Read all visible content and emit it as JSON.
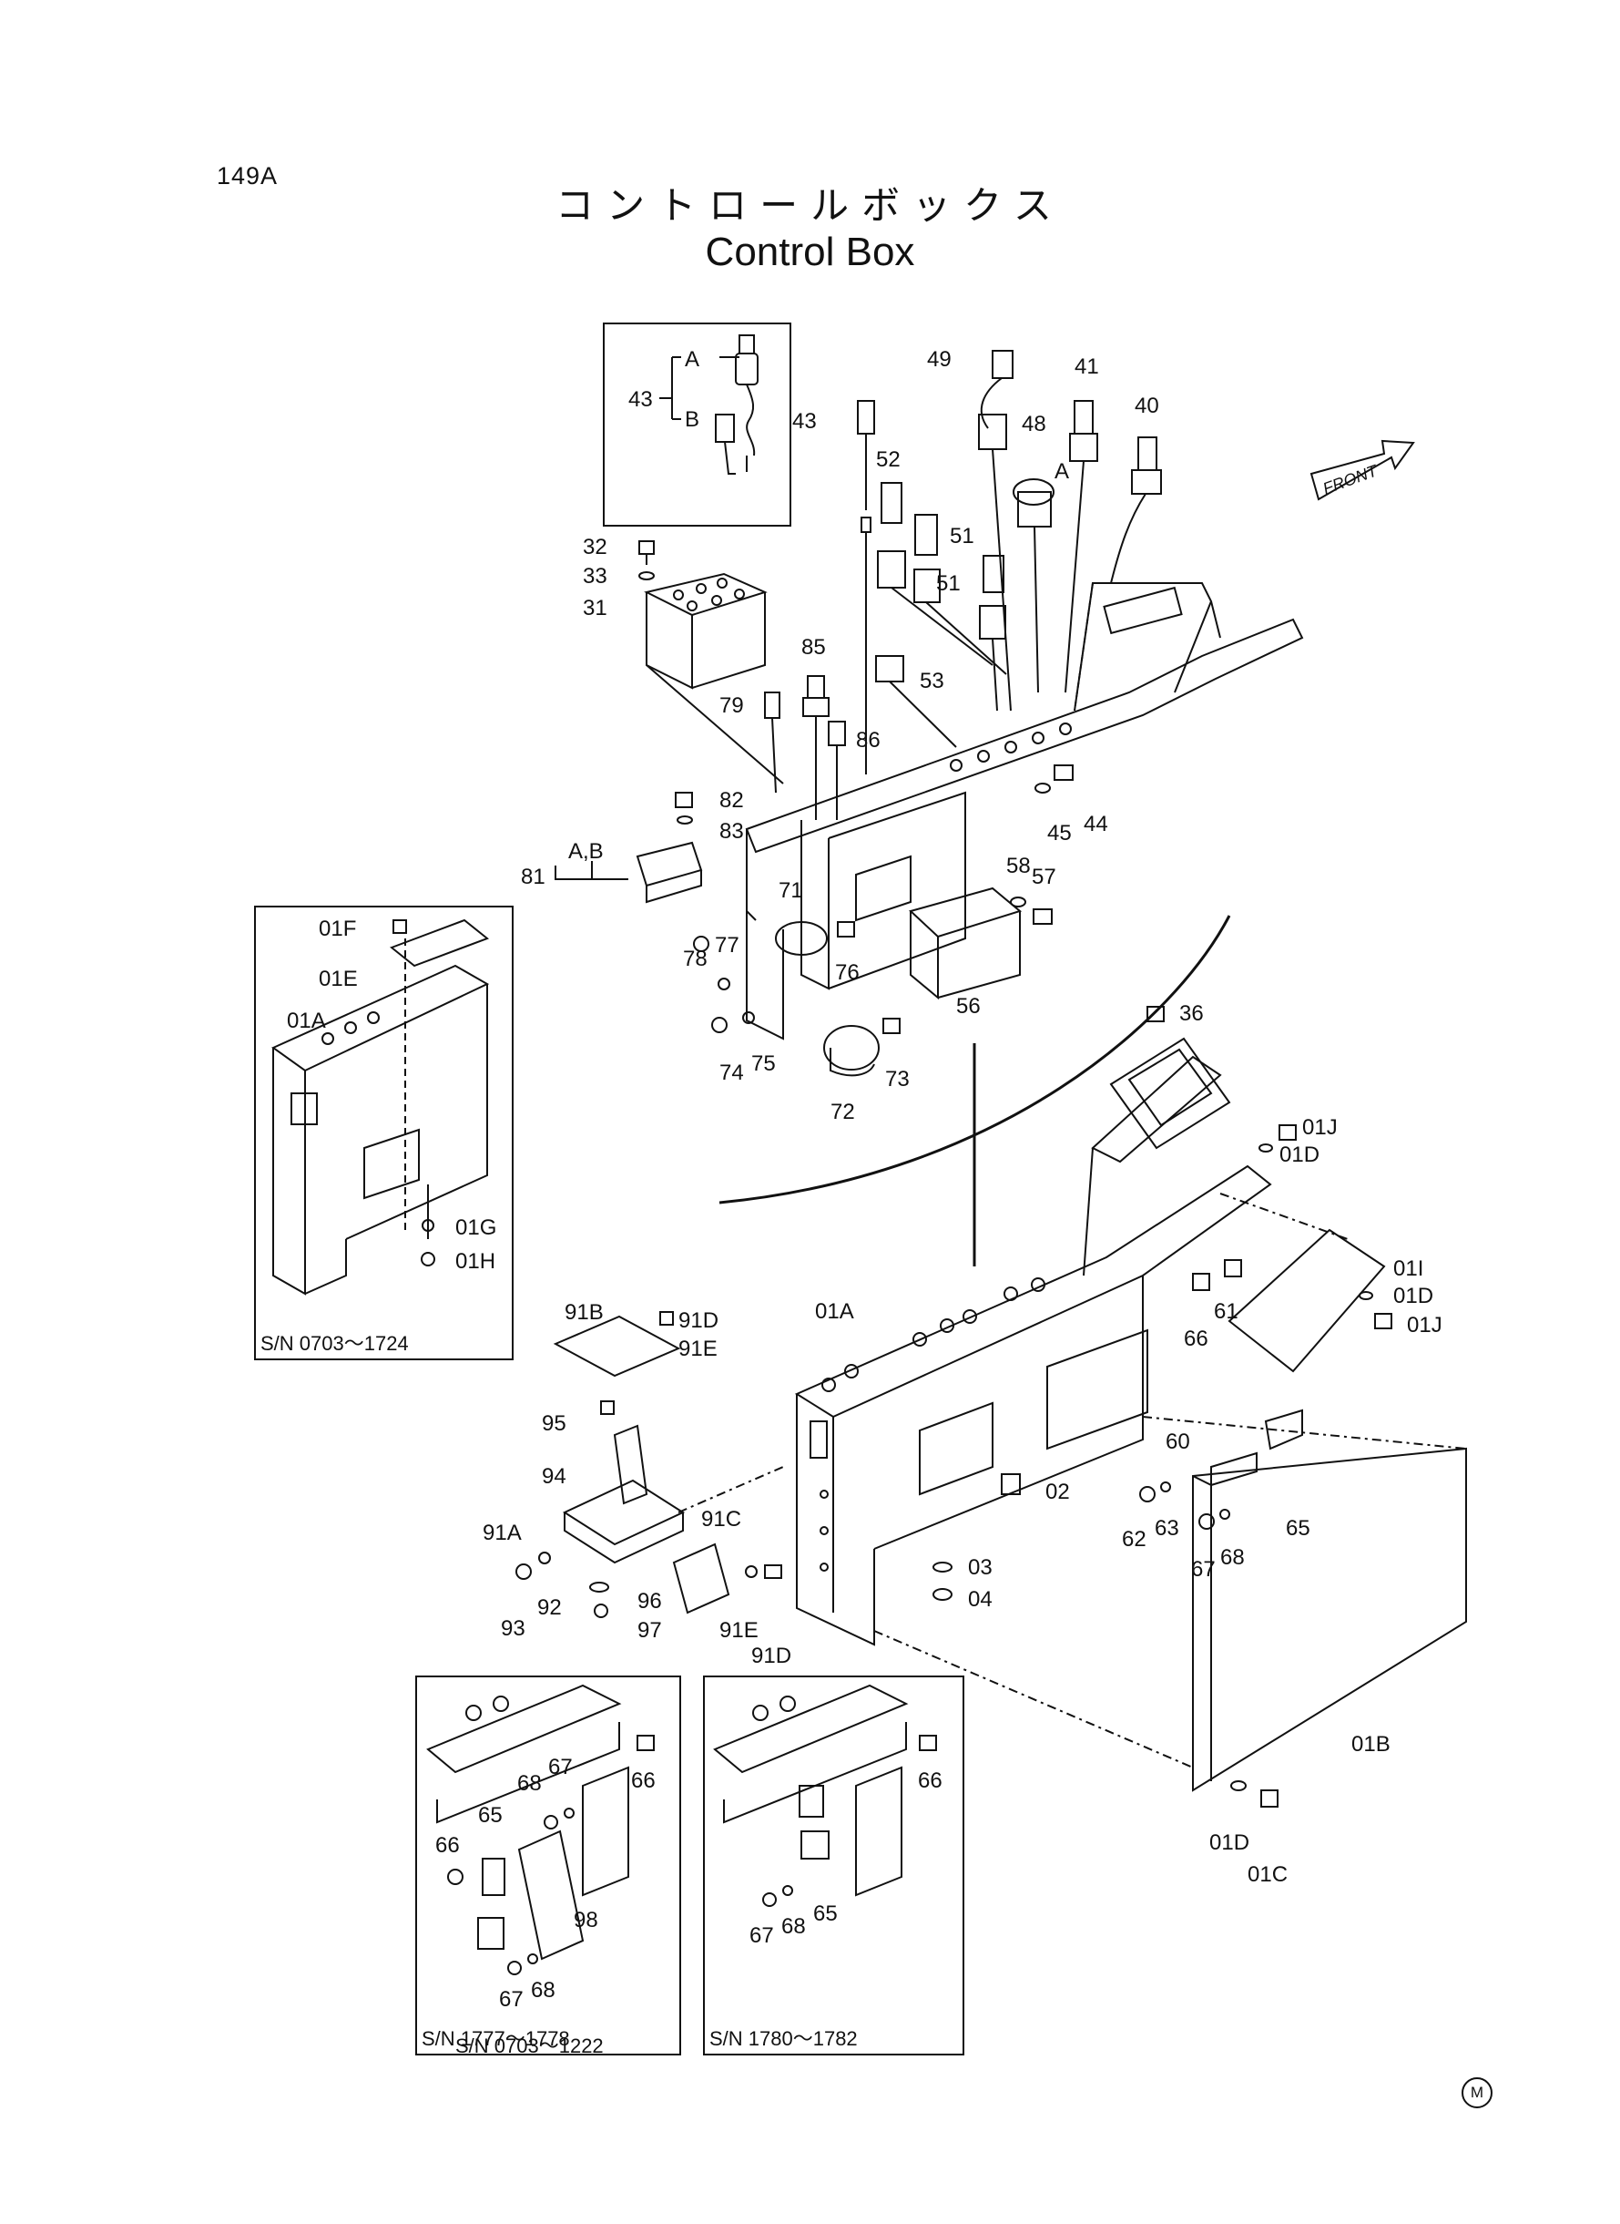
{
  "header": {
    "page_code": "149A",
    "title_jp": "コントロールボックス",
    "title_en": "Control Box"
  },
  "front_label": "FRONT",
  "inset_frames": [
    {
      "id": "inset-top",
      "sn": "S/N  0703～1222"
    },
    {
      "id": "inset-left",
      "sn": "S/N  0703～1724"
    },
    {
      "id": "inset-bottom-left",
      "sn": "S/N  1777～1778"
    },
    {
      "id": "inset-bottom-right",
      "sn": "S/N  1780～1782"
    }
  ],
  "callouts": {
    "inset_top": [
      "43",
      "A",
      "B"
    ],
    "upper": [
      "49",
      "41",
      "40",
      "48",
      "A",
      "43",
      "52",
      "51",
      "51",
      "32",
      "33",
      "31",
      "85",
      "53",
      "79",
      "86",
      "82",
      "83",
      "A,B",
      "81",
      "45",
      "44",
      "58",
      "57",
      "71",
      "77",
      "78",
      "76",
      "56",
      "74",
      "75",
      "72",
      "73"
    ],
    "inset_left": [
      "01F",
      "01E",
      "01A",
      "01G",
      "01H"
    ],
    "lower": [
      "36",
      "01J",
      "01D",
      "01I",
      "01D",
      "01J",
      "61",
      "66",
      "91B",
      "91D",
      "91E",
      "01A",
      "95",
      "94",
      "60",
      "02",
      "91A",
      "91C",
      "65",
      "62",
      "63",
      "67",
      "68",
      "93",
      "92",
      "96",
      "97",
      "91E",
      "91D",
      "03",
      "04",
      "01B",
      "01D",
      "01C"
    ],
    "inset_bl": [
      "66",
      "67",
      "68",
      "65",
      "66",
      "98",
      "67",
      "68"
    ],
    "inset_br": [
      "66",
      "67",
      "68",
      "65"
    ]
  },
  "footer_mark": "M"
}
